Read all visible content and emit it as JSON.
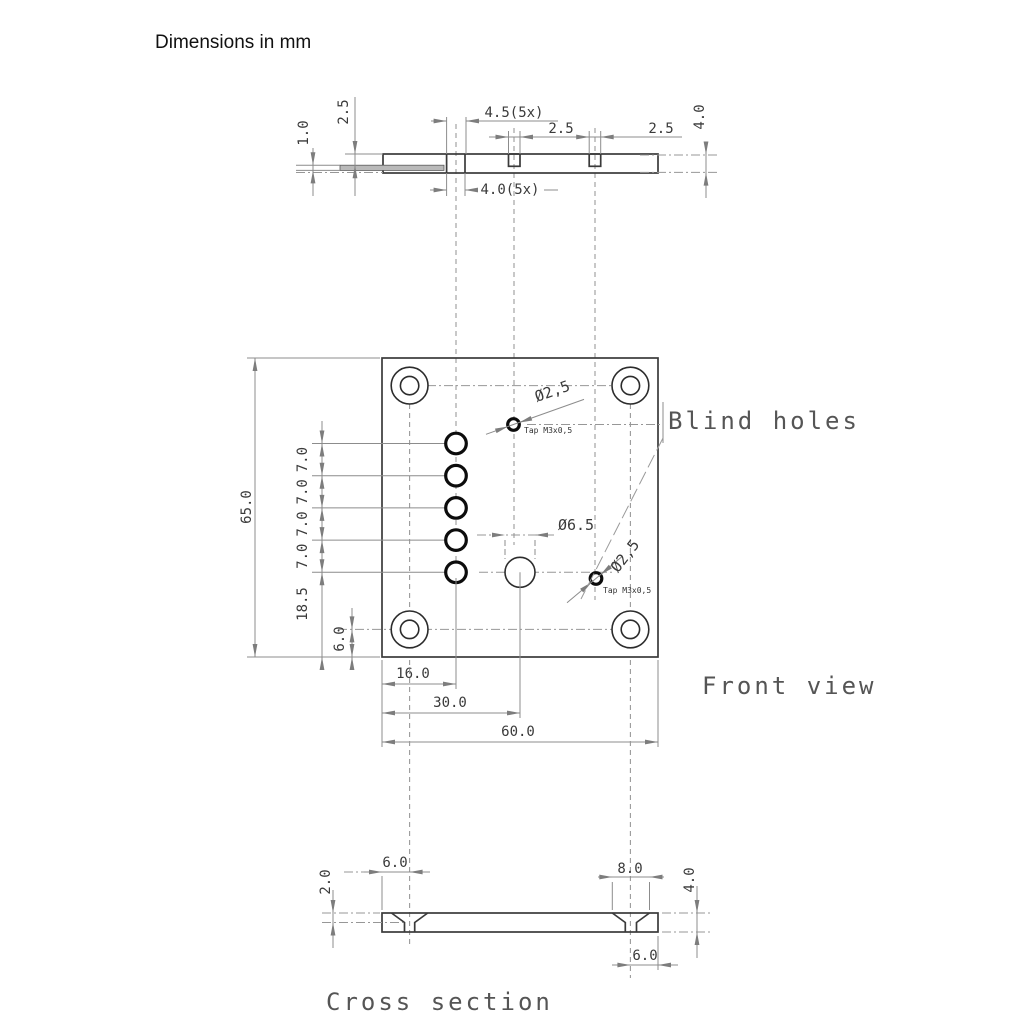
{
  "drawing": {
    "note": "Dimensions in mm",
    "colors": {
      "outline": "#3a3a3a",
      "dimension": "#8c8c8c",
      "label": "#555555"
    },
    "top_view": {
      "dim_tab_thickness": "1.0",
      "dim_tab_offset": "2.5",
      "dim_counterbore": "4.5(5x)",
      "dim_blind_hole_1": "2.5",
      "dim_blind_hole_2": "2.5",
      "dim_plate_thickness": "4.0",
      "dim_through_hole": "4.0(5x)"
    },
    "front_view": {
      "label": "Front view",
      "dim_height": "65.0",
      "dim_hole_pitch": "7.0",
      "dim_bottom_offset": "18.5",
      "dim_corner_hole_offset": "6.0",
      "dim_hole_column": "16.0",
      "dim_center_hole_x": "30.0",
      "dim_width": "60.0",
      "dia_center_hole": "Ø6.5",
      "dia_blind_upper": "Ø2,5",
      "dia_blind_lower": "Ø2,5",
      "tap_upper": "Tap M3x0,5",
      "tap_lower": "Tap M3x0,5",
      "blind_holes_label": "Blind holes"
    },
    "cross_section": {
      "label": "Cross section",
      "dim_left_hole_offset": "6.0",
      "dim_countersink_depth": "2.0",
      "dim_countersink_dia": "8.0",
      "dim_thickness": "4.0",
      "dim_right_hole_offset": "6.0"
    }
  }
}
